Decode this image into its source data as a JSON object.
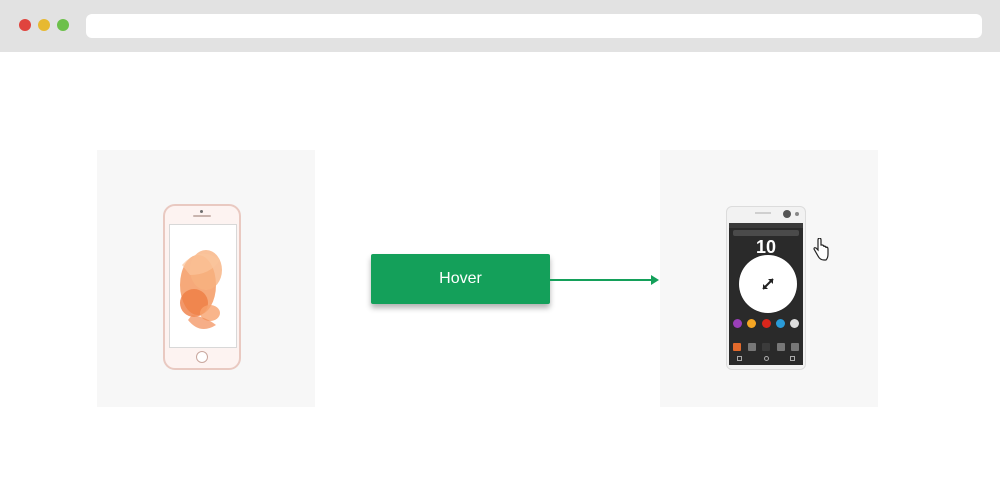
{
  "browser": {
    "window_controls": [
      "close",
      "minimize",
      "maximize"
    ],
    "control_colors": {
      "close": "#e0443e",
      "minimize": "#e7b931",
      "maximize": "#6cc04a"
    },
    "address": ""
  },
  "demo": {
    "hover_button_label": "Hover",
    "accent_color": "#14a05a",
    "left_image": "iphone-product-image",
    "right_image": "android-phone-product-image",
    "right_screen_clock": "10",
    "zoom_icon": "expand-arrows-icon",
    "cursor_icon": "hand-pointer-icon"
  }
}
